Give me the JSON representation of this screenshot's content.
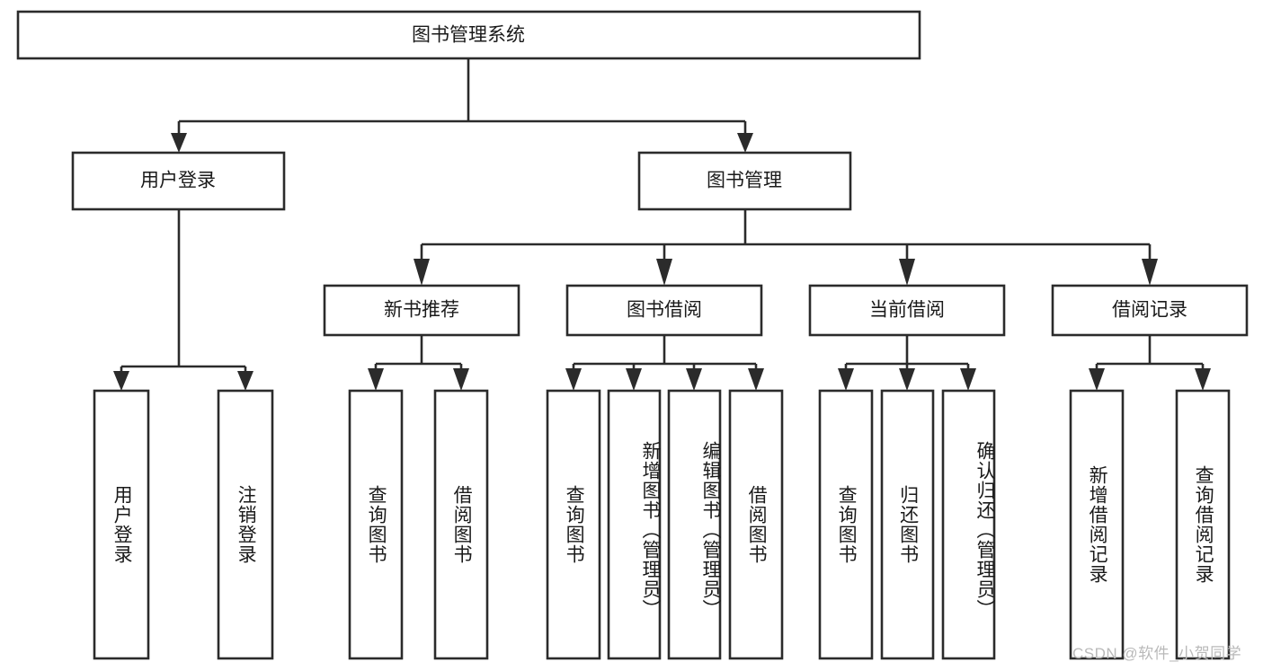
{
  "diagram": {
    "title": "图书管理系统",
    "type": "hierarchy-tree",
    "watermark": "CSDN @软件_小贺同学",
    "colors": {
      "stroke": "#2b2b2b",
      "box_fill": "#ffffff",
      "text": "#1a1a1a",
      "background": "#ffffff",
      "watermark": "#b9b9b9"
    },
    "levels": {
      "root": {
        "label": "图书管理系统"
      },
      "level2": [
        {
          "id": "user-login",
          "label": "用户登录"
        },
        {
          "id": "book-management",
          "label": "图书管理"
        }
      ],
      "level3": [
        {
          "id": "new-book-recommend",
          "label": "新书推荐",
          "parent": "book-management"
        },
        {
          "id": "book-borrow",
          "label": "图书借阅",
          "parent": "book-management"
        },
        {
          "id": "current-borrow",
          "label": "当前借阅",
          "parent": "book-management"
        },
        {
          "id": "borrow-record",
          "label": "借阅记录",
          "parent": "book-management"
        }
      ],
      "leaves": [
        {
          "id": "leaf-user-login",
          "label": "用户登录",
          "parent": "user-login"
        },
        {
          "id": "leaf-logout-login",
          "label": "注销登录",
          "parent": "user-login"
        },
        {
          "id": "leaf-query-book-1",
          "label": "查询图书",
          "parent": "new-book-recommend"
        },
        {
          "id": "leaf-borrow-book-1",
          "label": "借阅图书",
          "parent": "new-book-recommend"
        },
        {
          "id": "leaf-query-book-2",
          "label": "查询图书",
          "parent": "book-borrow"
        },
        {
          "id": "leaf-add-book",
          "label": "新增图书（管理员）",
          "parent": "book-borrow"
        },
        {
          "id": "leaf-edit-book",
          "label": "编辑图书（管理员）",
          "parent": "book-borrow"
        },
        {
          "id": "leaf-borrow-book-2",
          "label": "借阅图书",
          "parent": "book-borrow"
        },
        {
          "id": "leaf-query-book-3",
          "label": "查询图书",
          "parent": "current-borrow"
        },
        {
          "id": "leaf-return-book",
          "label": "归还图书",
          "parent": "current-borrow"
        },
        {
          "id": "leaf-confirm-return",
          "label": "确认归还（管理员）",
          "parent": "current-borrow"
        },
        {
          "id": "leaf-add-record",
          "label": "新增借阅记录",
          "parent": "borrow-record"
        },
        {
          "id": "leaf-query-record",
          "label": "查询借阅记录",
          "parent": "borrow-record"
        }
      ]
    }
  }
}
